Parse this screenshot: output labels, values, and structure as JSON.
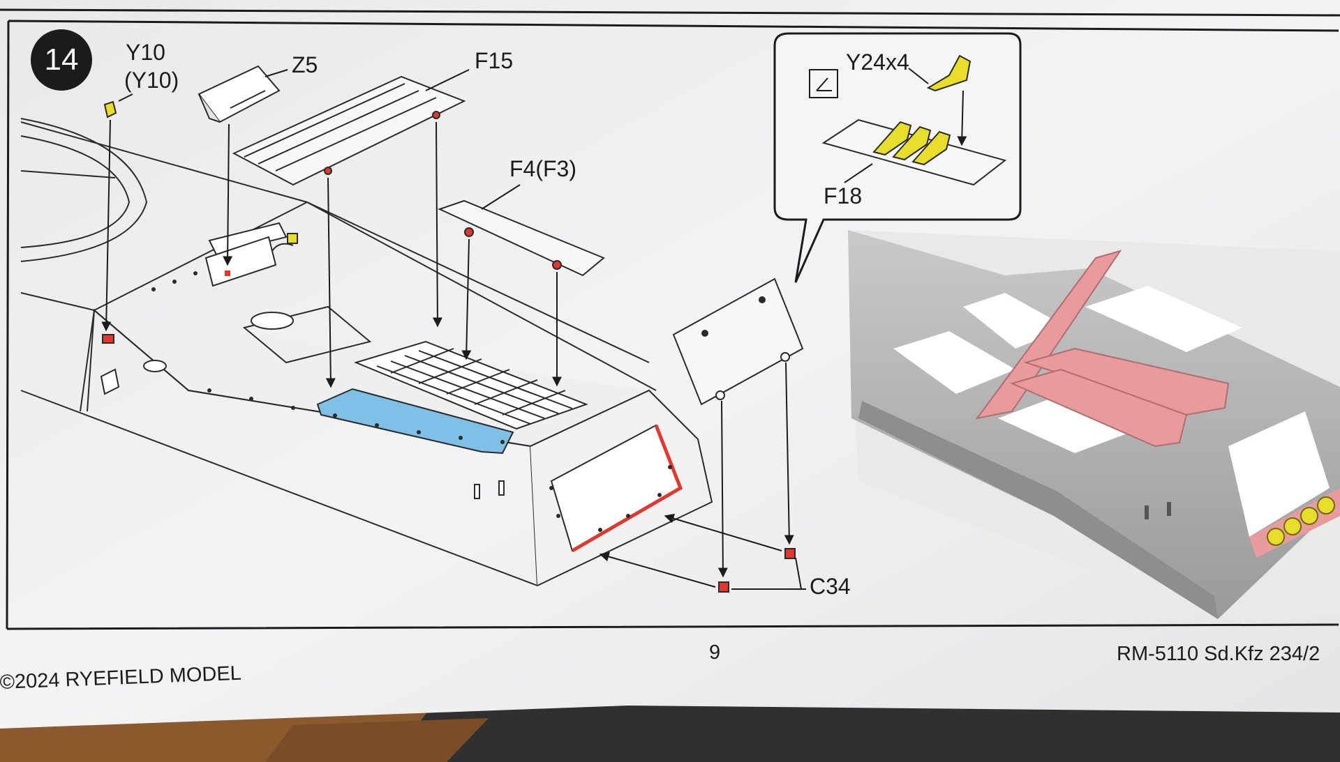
{
  "step": {
    "number": "14",
    "parts": {
      "y10": "Y10",
      "y10_alt": "(Y10)",
      "z5": "Z5",
      "f15": "F15",
      "f4": "F4(F3)",
      "c34": "C34"
    },
    "callout": {
      "y24": "Y24x4",
      "f18": "F18"
    }
  },
  "footer": {
    "page_number": "9",
    "copyright": "©2024 RYEFIELD MODEL",
    "kit": "RM-5110 Sd.Kfz 234/2"
  },
  "colors": {
    "paper": "#f2f2f2",
    "line": "#2a2a2a",
    "yellow_part": "#e8dd2a",
    "blue_part": "#7fc0e6",
    "red_part": "#e0372f",
    "pink_render": "#e99a9c",
    "grey_render": "#b7b7b7",
    "desk": "#2d2d2d",
    "wood": "#8a5a2e"
  }
}
